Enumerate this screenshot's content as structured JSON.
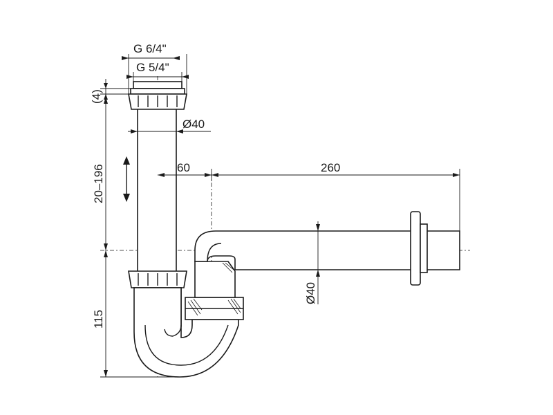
{
  "dimensions": {
    "thread_outer": "G 6/4\"",
    "thread_inner": "G 5/4\"",
    "gap": "(4)",
    "adjust_range": "20–196",
    "pipe_diameter_top": "Ø40",
    "offset_60": "60",
    "length_260": "260",
    "pipe_diameter_side": "Ø40",
    "height_115": "115"
  },
  "colors": {
    "stroke": "#1a1a1a",
    "background": "#ffffff"
  }
}
